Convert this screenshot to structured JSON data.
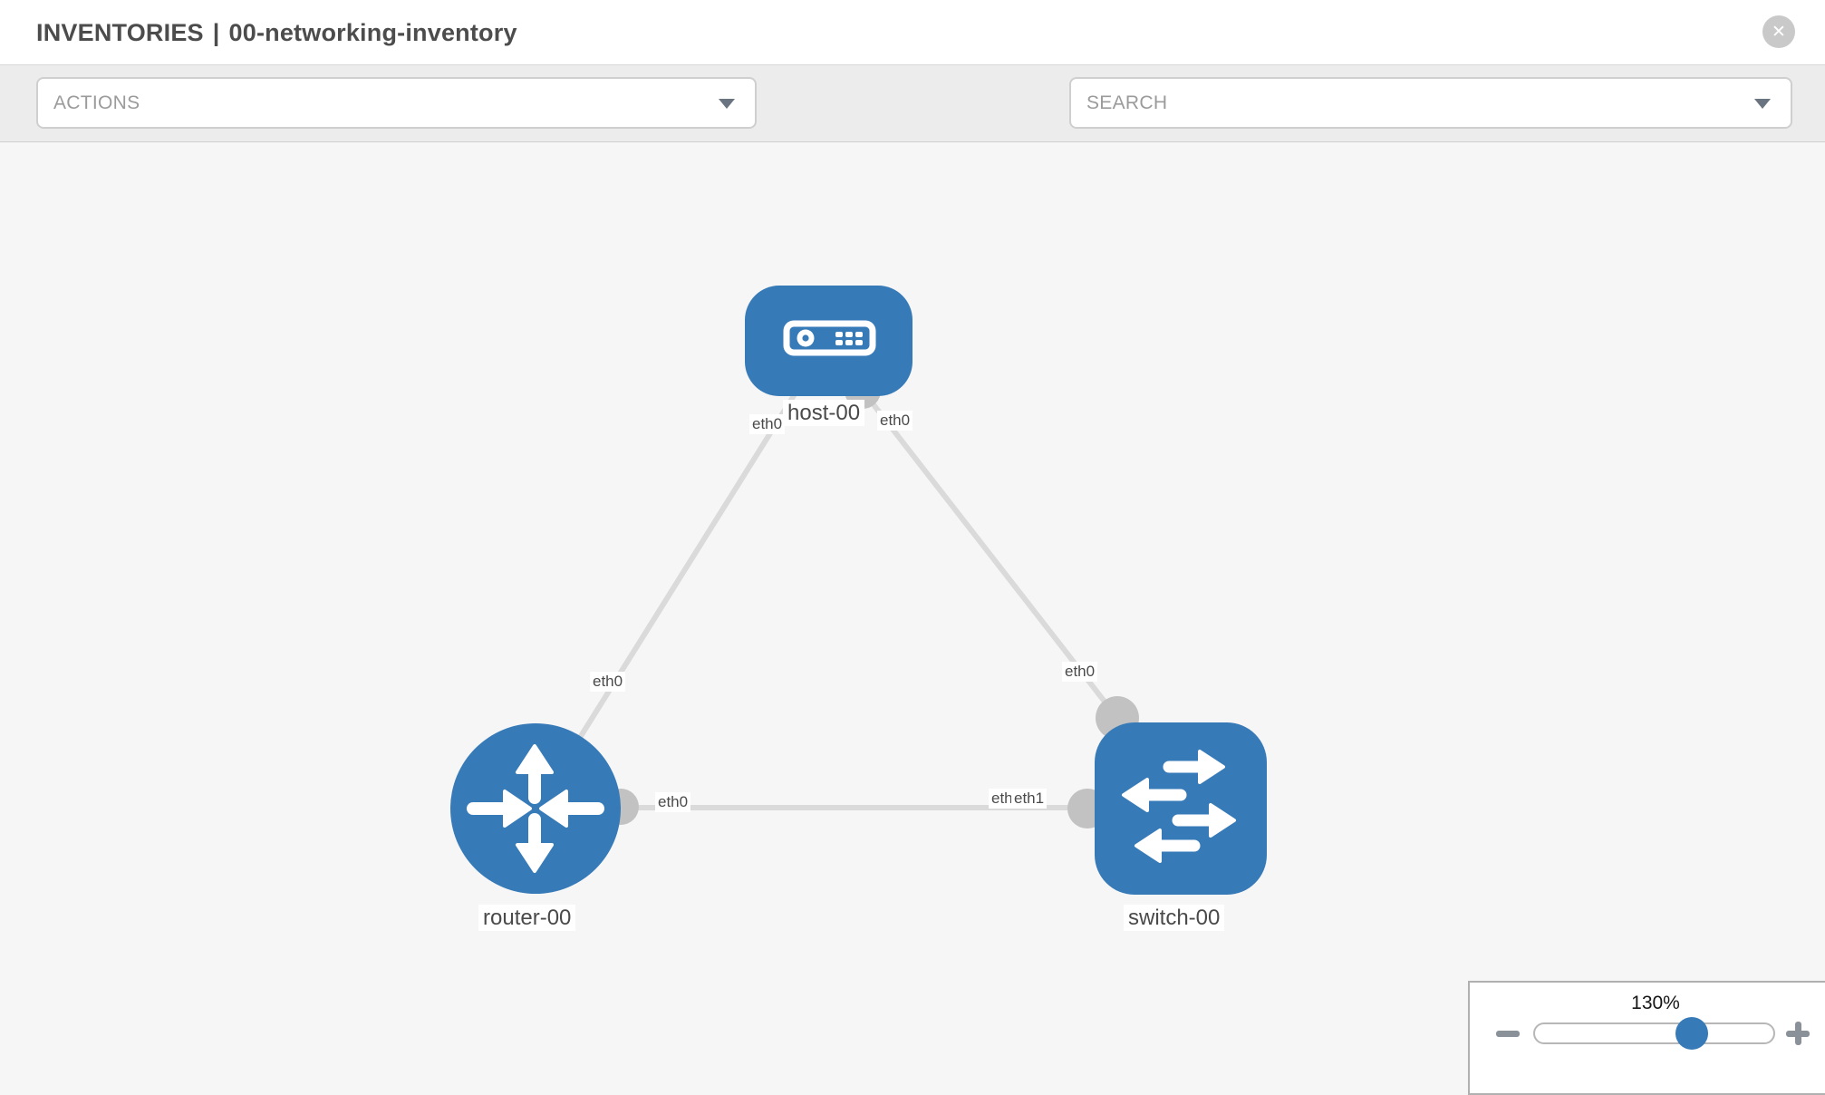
{
  "header": {
    "breadcrumb": {
      "section": "INVENTORIES",
      "separator": "|",
      "item": "00-networking-inventory"
    },
    "close_glyph": "✕",
    "close_icon": "close-icon"
  },
  "toolbar": {
    "actions": {
      "label": "ACTIONS",
      "caret_icon": "chevron-down-icon"
    },
    "tools": [
      {
        "icon": "wrench-icon"
      },
      {
        "icon": "key-icon"
      }
    ],
    "search": {
      "placeholder": "SEARCH",
      "value": "",
      "caret_icon": "chevron-down-icon"
    }
  },
  "topology": {
    "nodes": [
      {
        "id": "host-00",
        "type": "host",
        "label": "host-00"
      },
      {
        "id": "router-00",
        "type": "router",
        "label": "router-00"
      },
      {
        "id": "switch-00",
        "type": "switch",
        "label": "switch-00"
      }
    ],
    "links": [
      {
        "from": "router-00",
        "from_interface": "eth0",
        "to": "host-00",
        "to_interface": "eth0"
      },
      {
        "from": "host-00",
        "from_interface": "eth0",
        "to": "switch-00",
        "to_interface": "eth0"
      },
      {
        "from": "router-00",
        "from_interface": "eth0",
        "to": "switch-00",
        "to_interface": "eth1"
      }
    ],
    "interface_chips": [
      "eth0",
      "eth0",
      "eth0",
      "eth0",
      "eth0",
      "eth0",
      "eth1"
    ],
    "colors": {
      "node_blue": "#377ab8",
      "link_gray": "#dadada",
      "connector_gray": "#c2c2c2"
    }
  },
  "zoom_control": {
    "level": "130%",
    "slider_value_percent": 65,
    "zoom_out_icon": "minus-icon",
    "zoom_in_icon": "plus-icon"
  }
}
